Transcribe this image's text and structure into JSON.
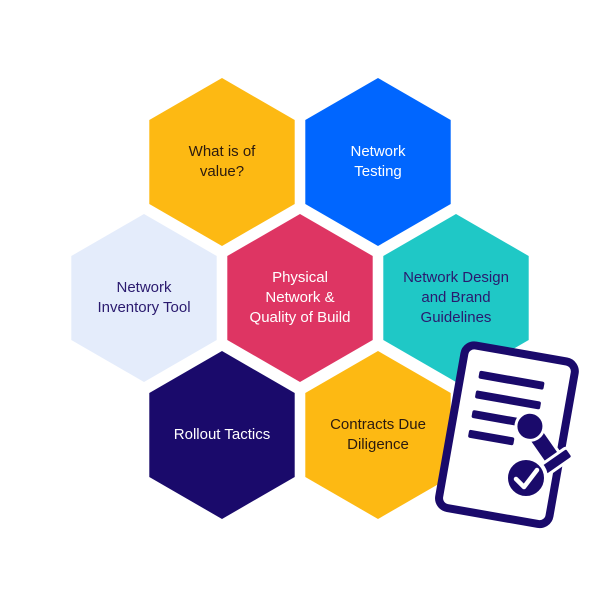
{
  "hexagons": [
    {
      "id": "what-is-of-value",
      "lines": [
        "What is of",
        "value?"
      ],
      "fill": "#FDB913",
      "text_color": "#2B1A0F"
    },
    {
      "id": "network-testing",
      "lines": [
        "Network",
        "Testing"
      ],
      "fill": "#0066FF",
      "text_color": "#FFFFFF"
    },
    {
      "id": "network-inventory-tool",
      "lines": [
        "Network",
        "Inventory Tool"
      ],
      "fill": "#E4ECFB",
      "text_color": "#2A1A6E"
    },
    {
      "id": "physical-network",
      "lines": [
        "Physical",
        "Network &",
        "Quality of Build"
      ],
      "fill": "#DE3563",
      "text_color": "#FFFFFF"
    },
    {
      "id": "network-design",
      "lines": [
        "Network Design",
        "and Brand",
        "Guidelines"
      ],
      "fill": "#1FC8C6",
      "text_color": "#2A1A6E"
    },
    {
      "id": "rollout-tactics",
      "lines": [
        "Rollout Tactics"
      ],
      "fill": "#1A0A6B",
      "text_color": "#FFFFFF"
    },
    {
      "id": "contracts-due-diligence",
      "lines": [
        "Contracts Due",
        "Diligence"
      ],
      "fill": "#FDB913",
      "text_color": "#2B1A0F"
    }
  ],
  "document_icon": {
    "icon": "document-stamp-icon",
    "outline_color": "#1A0A6B",
    "paper_color": "#FFFFFF",
    "stamp_fill": "#1A0A6B"
  }
}
